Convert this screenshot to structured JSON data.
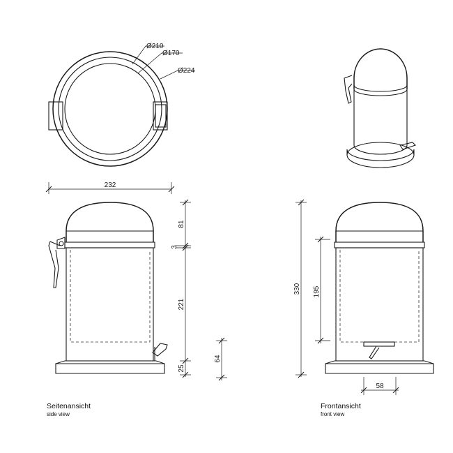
{
  "top_view": {
    "dia_outer": "Ø210",
    "dia_inner": "Ø170",
    "dia_overall": "Ø224"
  },
  "side_view": {
    "width": "232",
    "lid_height": "81",
    "gap": "3",
    "body_height": "221",
    "base_height": "25",
    "pedal_height": "64",
    "caption_de": "Seitenansicht",
    "caption_en": "side view"
  },
  "front_view": {
    "total_height": "330",
    "bucket_height": "195",
    "pedal_width": "58",
    "caption_de": "Frontansicht",
    "caption_en": "front view"
  }
}
